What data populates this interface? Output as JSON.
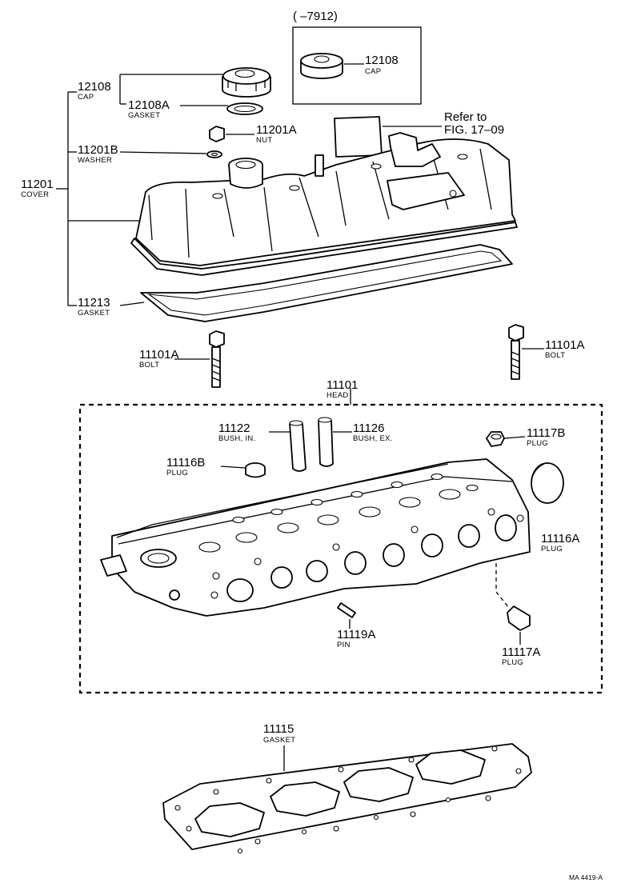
{
  "inset": {
    "range": "(      –7912)",
    "part_no": "12108",
    "part_name": "CAP"
  },
  "refer": {
    "line1": "Refer to",
    "line2": "FIG. 17–09"
  },
  "cover_group": {
    "cover": {
      "no": "11201",
      "name": "COVER"
    },
    "cap": {
      "no": "12108",
      "name": "CAP"
    },
    "cap_gasket": {
      "no": "12108A",
      "name": "GASKET"
    },
    "nut": {
      "no": "11201A",
      "name": "NUT"
    },
    "washer": {
      "no": "11201B",
      "name": "WASHER"
    },
    "gasket": {
      "no": "11213",
      "name": "GASKET"
    }
  },
  "bolts": {
    "left": {
      "no": "11101A",
      "name": "BOLT"
    },
    "right": {
      "no": "11101A",
      "name": "BOLT"
    }
  },
  "head_group": {
    "head": {
      "no": "11101",
      "name": "HEAD"
    },
    "bush_in": {
      "no": "11122",
      "name": "BUSH, IN."
    },
    "bush_ex": {
      "no": "11126",
      "name": "BUSH, EX."
    },
    "plug_11116b": {
      "no": "11116B",
      "name": "PLUG"
    },
    "plug_11117b": {
      "no": "11117B",
      "name": "PLUG"
    },
    "plug_11116a": {
      "no": "11116A",
      "name": "PLUG"
    },
    "pin": {
      "no": "11119A",
      "name": "PIN"
    },
    "plug_11117a": {
      "no": "11117A",
      "name": "PLUG"
    }
  },
  "head_gasket": {
    "no": "11115",
    "name": "GASKET"
  },
  "footer_code": "MA 4419-A"
}
